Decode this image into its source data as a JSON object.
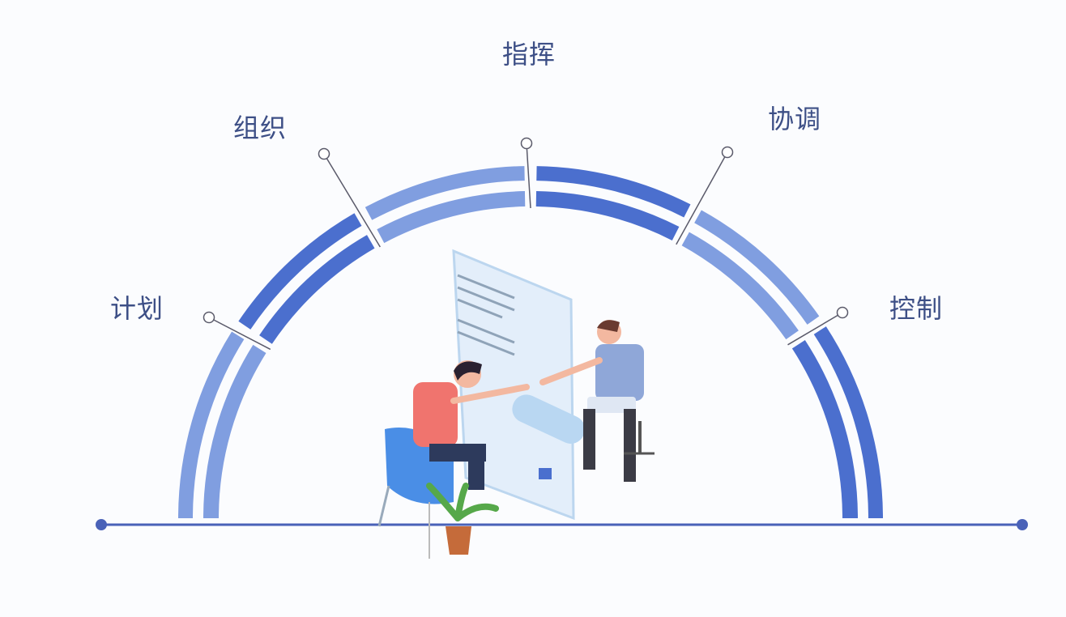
{
  "labels": {
    "plan": "计划",
    "organize": "组织",
    "command": "指挥",
    "coordinate": "协调",
    "control": "控制"
  },
  "colors": {
    "band_light": "#809ee0",
    "band_dark": "#4b6fce",
    "connector": "#5a5a6a",
    "baseline": "#4a62b8",
    "text": "#3d4f86"
  }
}
